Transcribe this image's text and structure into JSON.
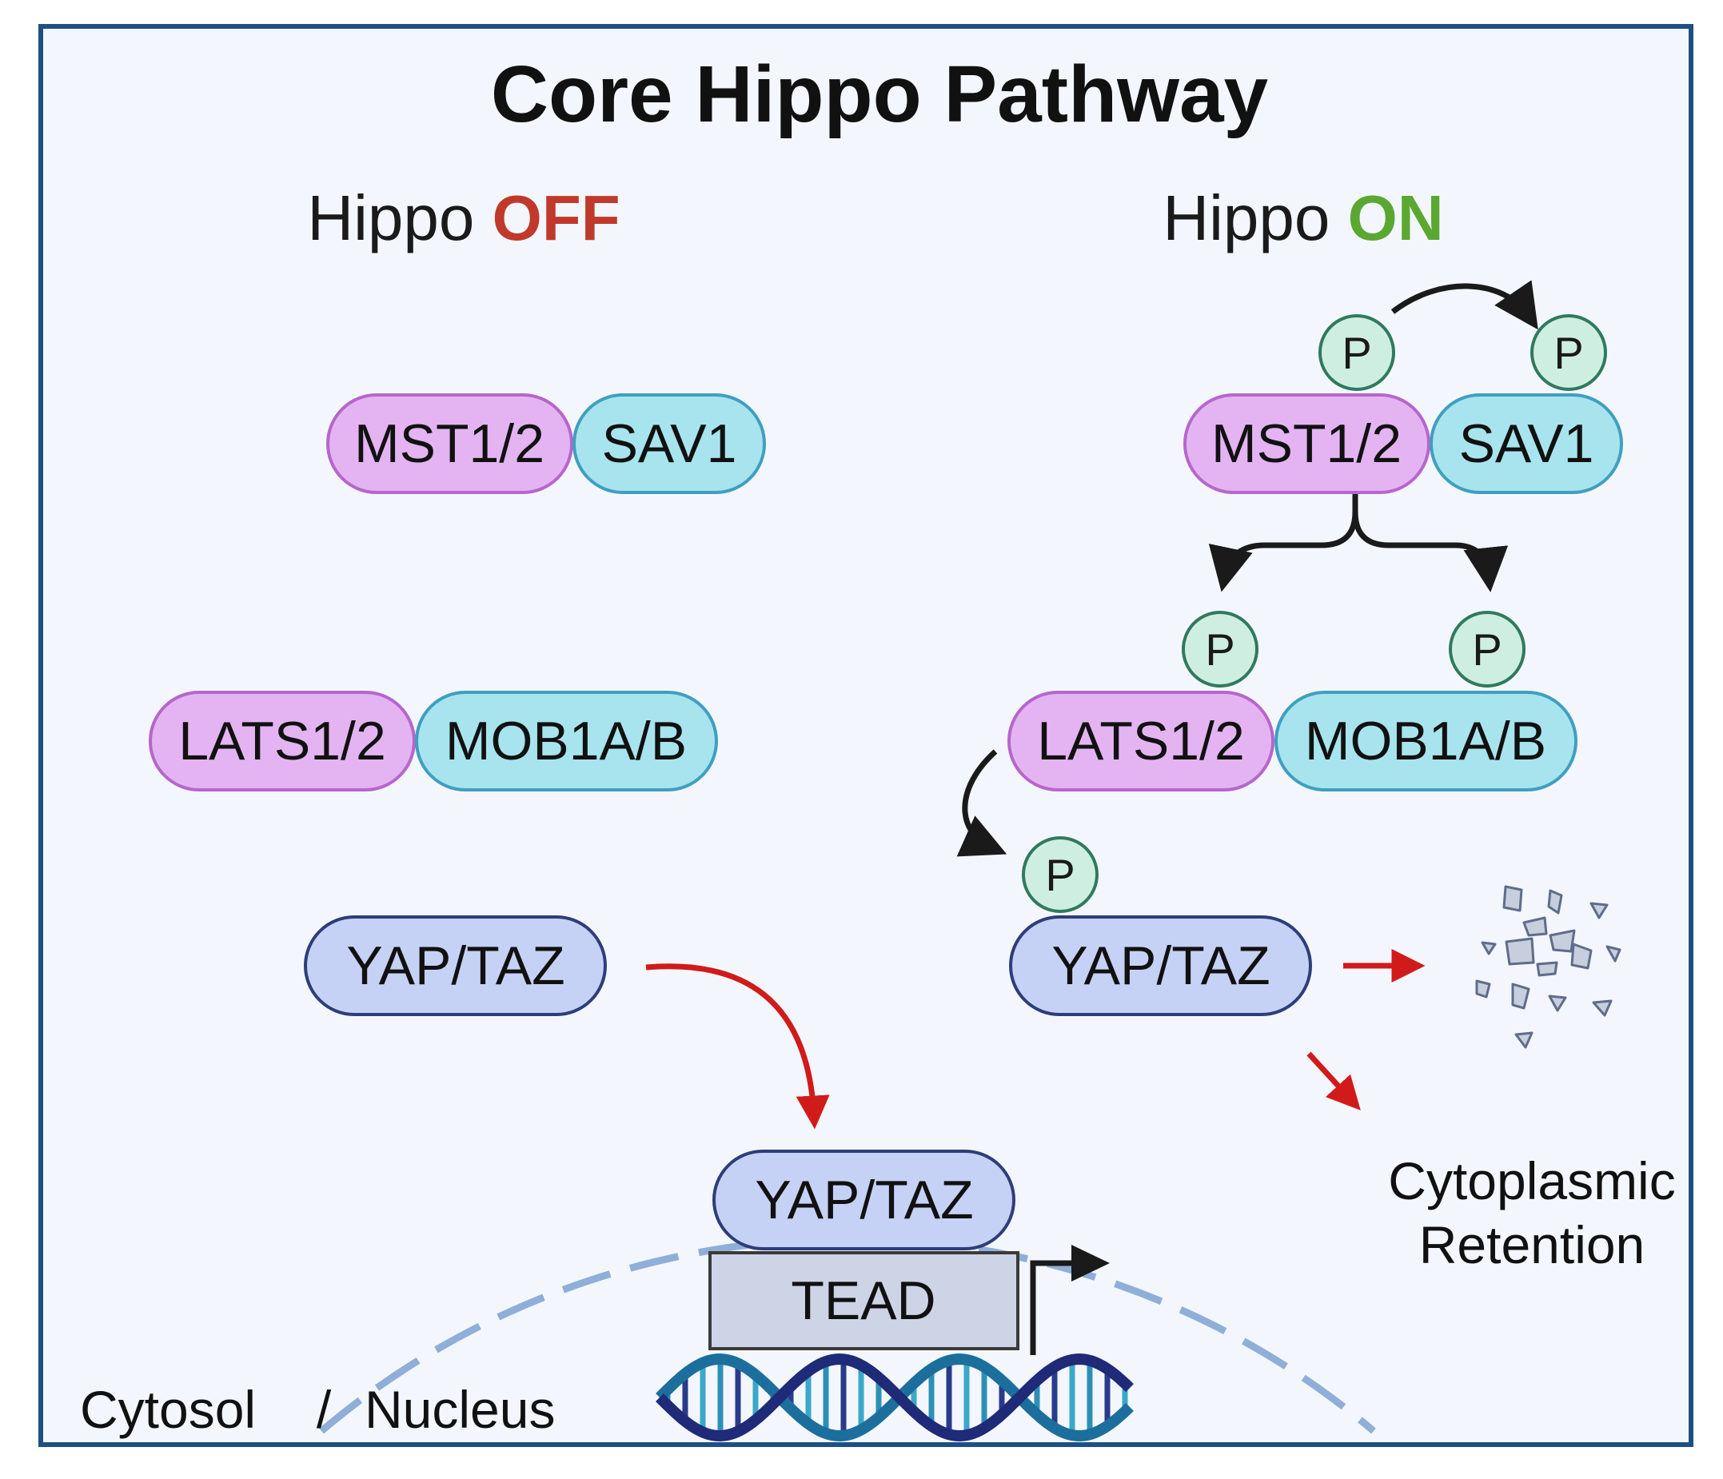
{
  "title": "Core Hippo Pathway",
  "off_panel": {
    "prefix": "Hippo",
    "state": "OFF",
    "state_color": "#c0392b"
  },
  "on_panel": {
    "prefix": "Hippo",
    "state": "ON",
    "state_color": "#5aa832"
  },
  "proteins": {
    "mst": "MST1/2",
    "sav": "SAV1",
    "lats": "LATS1/2",
    "mob": "MOB1A/B",
    "yap": "YAP/TAZ",
    "tead": "TEAD"
  },
  "phospho_label": "P",
  "regions": {
    "cytosol": "Cytosol",
    "divider": "/",
    "nucleus": "Nucleus"
  },
  "outcome": {
    "line1": "Cytoplasmic",
    "line2": "Retention"
  },
  "colors": {
    "kinase_fill": "#e4b4f2",
    "kinase_stroke": "#b666cc",
    "adaptor_fill": "#a8e4ee",
    "adaptor_stroke": "#3f9fc0",
    "yap_fill": "#c6d2f5",
    "yap_stroke": "#2e3d7a",
    "phospho_fill": "#cfeee2",
    "phospho_stroke": "#2f7a5d",
    "tead_fill": "#cdd4e6",
    "red_arrow": "#d11a1a",
    "membrane": "#8fafd8"
  }
}
